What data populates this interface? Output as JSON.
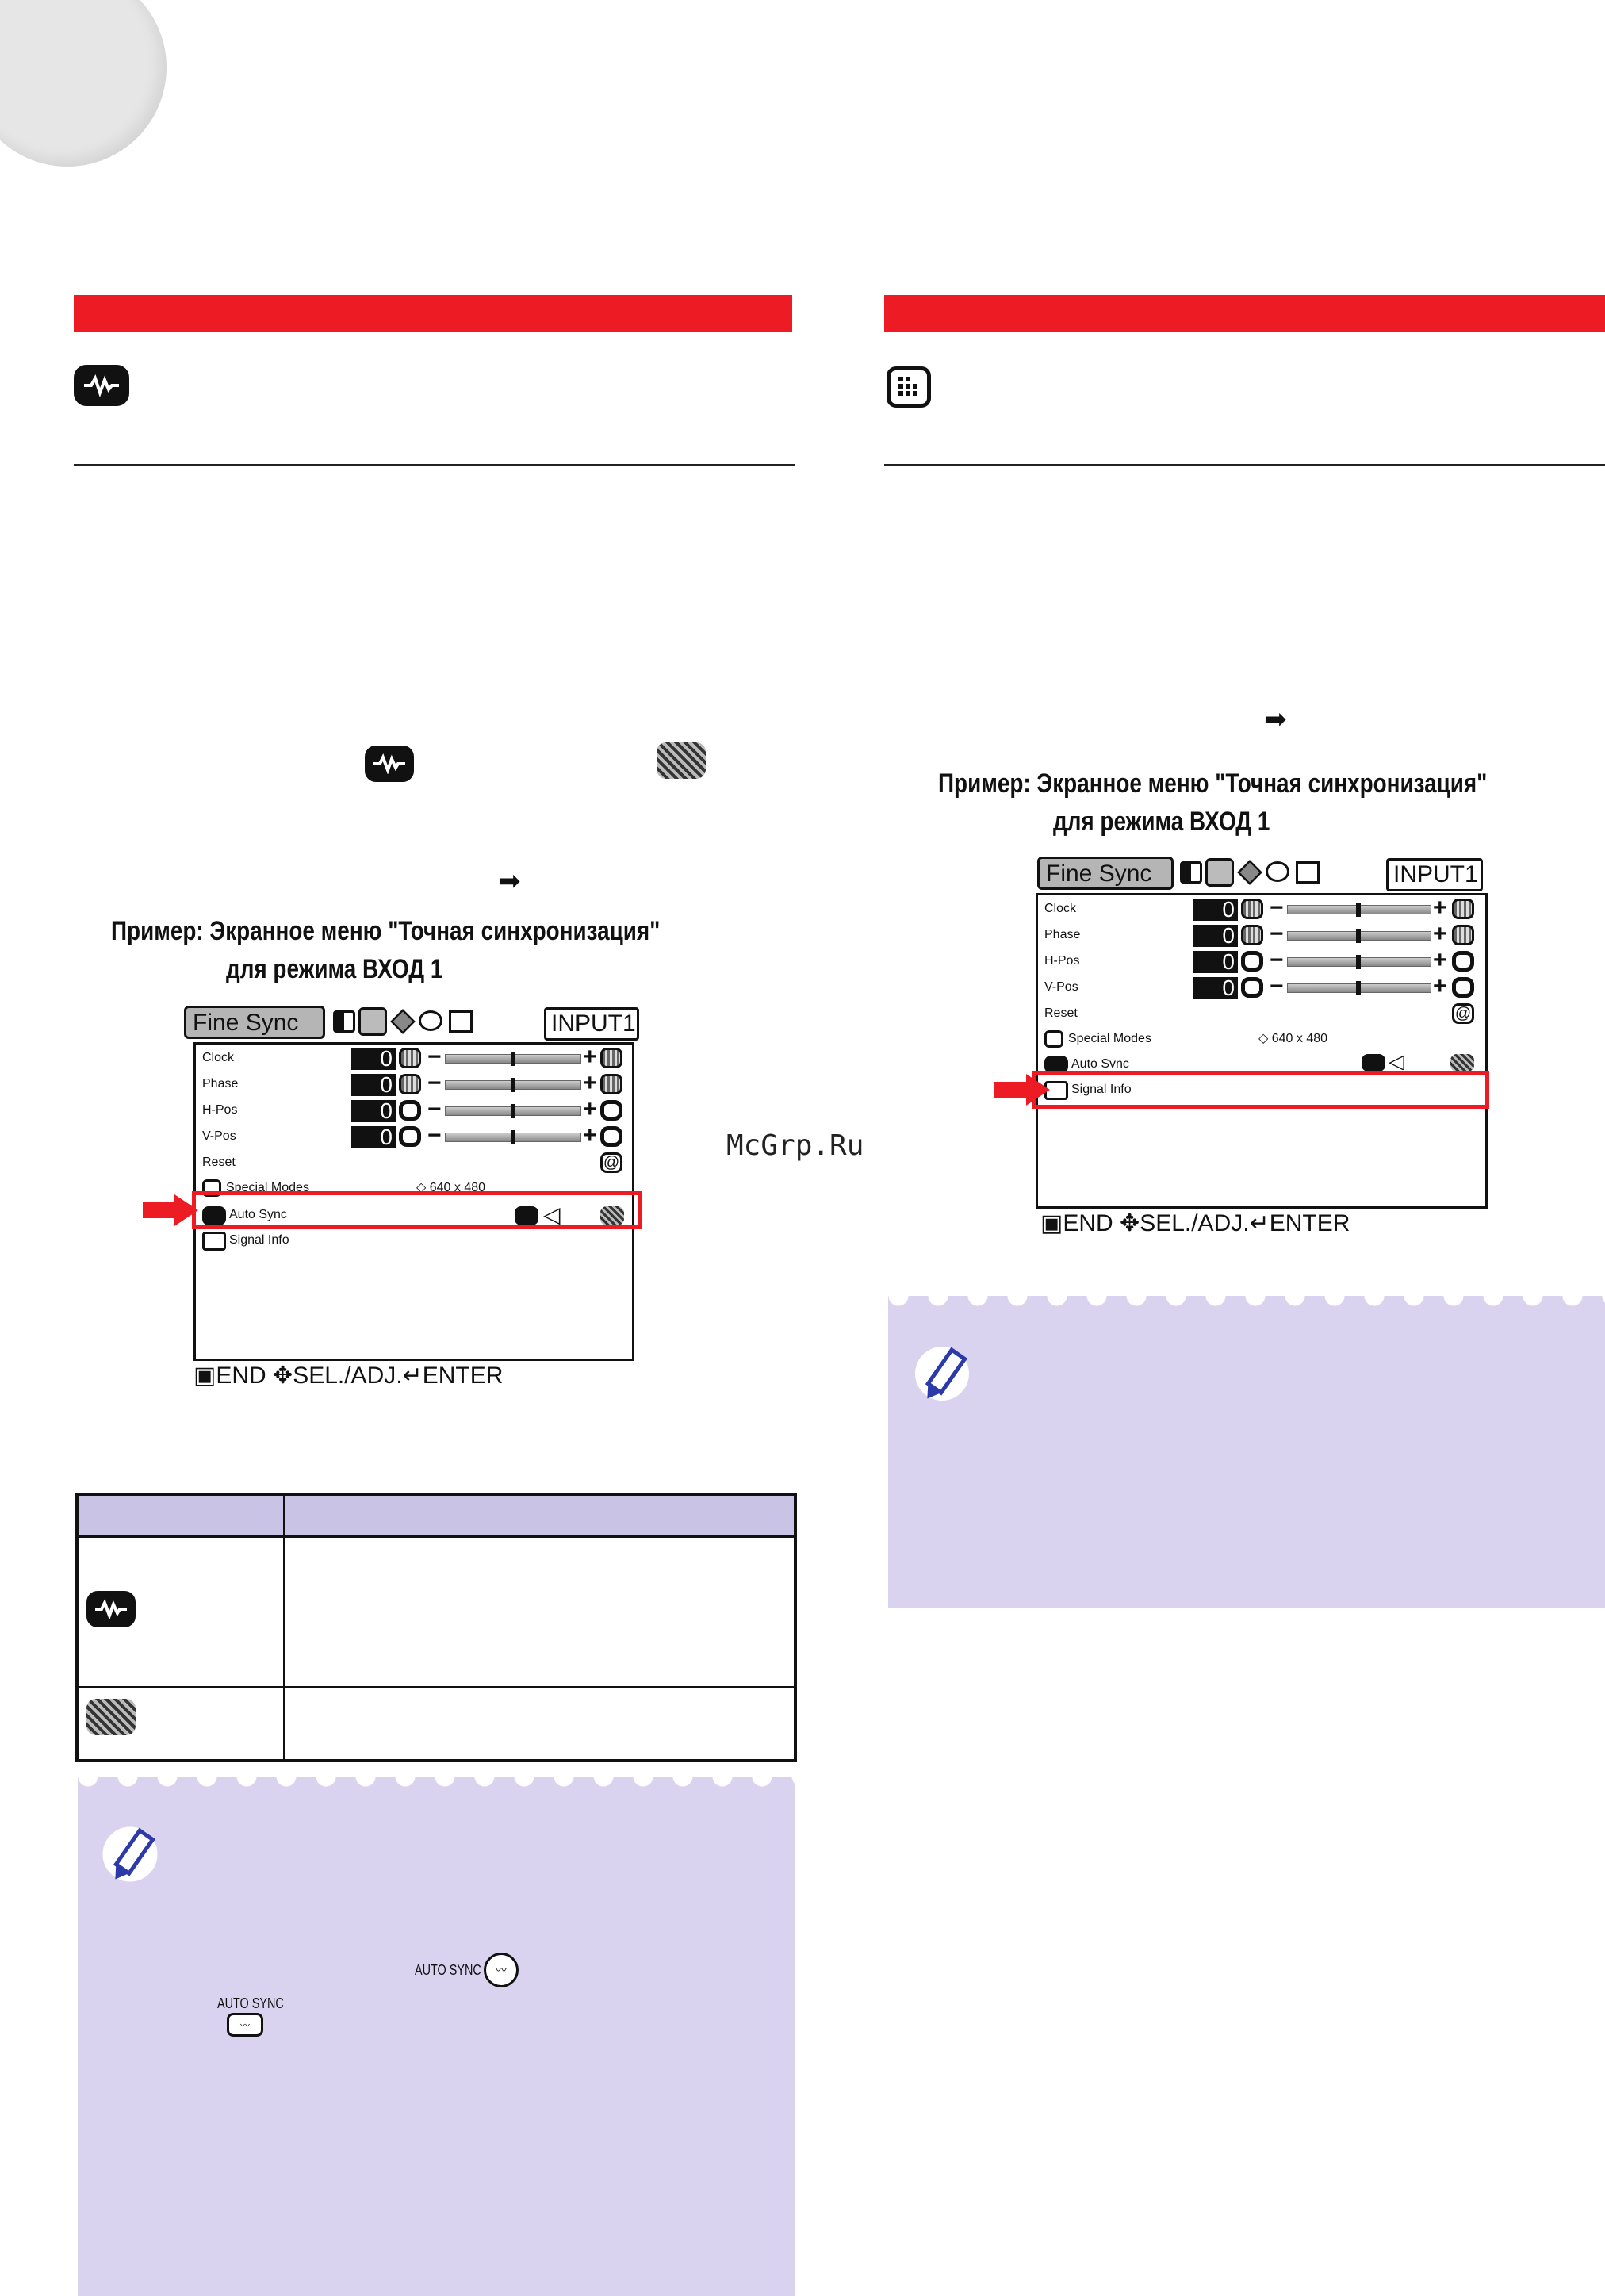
{
  "watermark": "McGrp.Ru",
  "icons": {
    "left_header": "auto-sync-icon",
    "right_header": "signal-info-icon",
    "table_on": "auto-sync-on-icon",
    "table_off": "auto-sync-off-icon",
    "note": "pencil-note-icon",
    "arrow": "right-arrow-icon"
  },
  "colors": {
    "accent_bar": "#ed1c24",
    "note_bg": "#d9d3ef",
    "table_header_bg": "#c9c3e6"
  },
  "left": {
    "caption_line1": "Пример: Экранное меню \"Точная синхронизация\"",
    "caption_line2": "для режима ВХОД 1",
    "remote_button_label": "AUTO SYNC",
    "projector_button_label": "AUTO SYNC",
    "osd": {
      "tab_label": "Fine Sync",
      "input_label": "INPUT1",
      "rows": [
        {
          "label": "Clock",
          "value": "0"
        },
        {
          "label": "Phase",
          "value": "0"
        },
        {
          "label": "H-Pos",
          "value": "0"
        },
        {
          "label": "V-Pos",
          "value": "0"
        }
      ],
      "reset_label": "Reset",
      "special_modes_label": "Special Modes",
      "special_modes_value": "640 x 480",
      "auto_sync_label": "Auto Sync",
      "signal_info_label": "Signal Info",
      "footer": {
        "end": "END",
        "sel_adj": "SEL./ADJ.",
        "enter": "ENTER"
      },
      "minus": "−",
      "plus": "+"
    }
  },
  "right": {
    "caption_line1": "Пример: Экранное меню \"Точная синхронизация\"",
    "caption_line2": "для режима ВХОД 1",
    "osd": {
      "tab_label": "Fine Sync",
      "input_label": "INPUT1",
      "rows": [
        {
          "label": "Clock",
          "value": "0"
        },
        {
          "label": "Phase",
          "value": "0"
        },
        {
          "label": "H-Pos",
          "value": "0"
        },
        {
          "label": "V-Pos",
          "value": "0"
        }
      ],
      "reset_label": "Reset",
      "special_modes_label": "Special Modes",
      "special_modes_value": "640 x 480",
      "auto_sync_label": "Auto Sync",
      "signal_info_label": "Signal Info",
      "footer": {
        "end": "END",
        "sel_adj": "SEL./ADJ.",
        "enter": "ENTER"
      },
      "minus": "−",
      "plus": "+"
    }
  }
}
